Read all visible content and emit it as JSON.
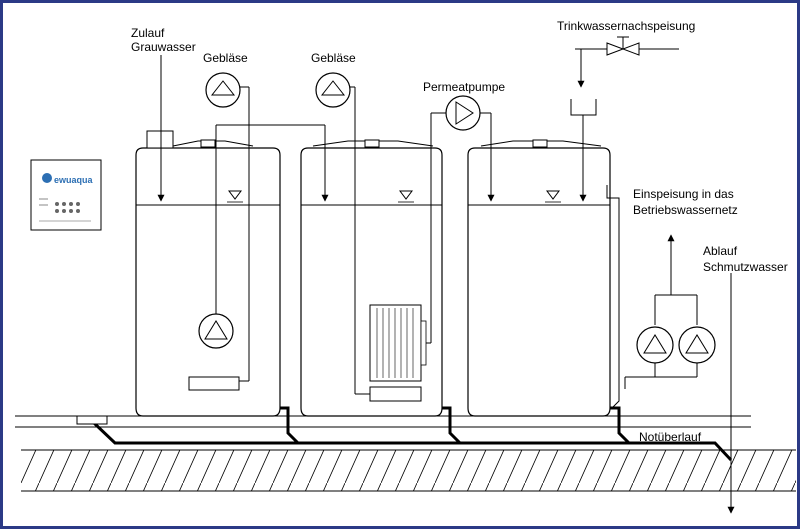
{
  "labels": {
    "inflow": [
      "Zulauf",
      "Grauwasser"
    ],
    "blower_1": "Gebläse",
    "blower_2": "Gebläse",
    "permeate_pump": "Permeatpumpe",
    "drinking_water_refill": "Trinkwassernachspeisung",
    "feed_network": [
      "Einspeisung in das",
      "Betriebswassernetz"
    ],
    "drain": [
      "Ablauf",
      "Schmutzwasser"
    ],
    "overflow": "Notüberlauf"
  },
  "control_panel": {
    "brand": "ewuaqua"
  },
  "colors": {
    "frame": "#2b3a86",
    "lines": "#000000",
    "logo": "#2c6fb3"
  }
}
